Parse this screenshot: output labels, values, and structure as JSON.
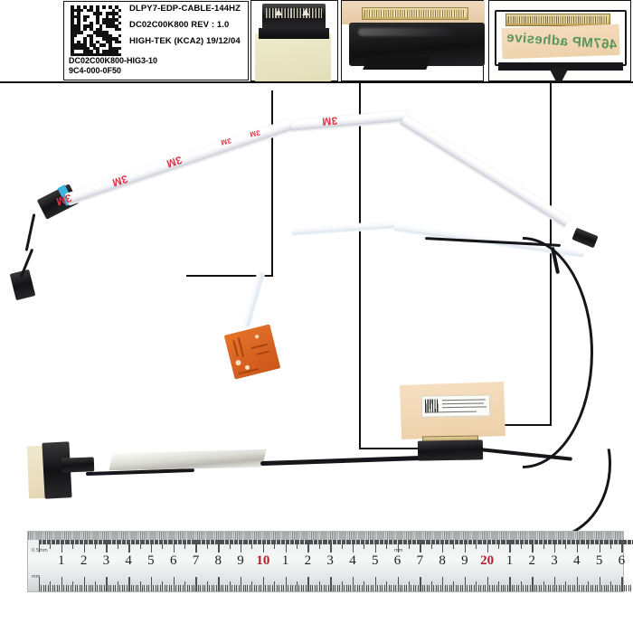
{
  "product": {
    "type": "laptop-lcd-edp-display-cable",
    "background": "#ffffff"
  },
  "label": {
    "barcode_type": "datamatrix",
    "line1": "DLPY7-EDP-CABLE-144HZ",
    "line2": "DC02C00K800   REV : 1.0",
    "line3": "HIGH-TEK (KCA2) 19/12/04",
    "bottom1": "DC02C00K800-HIG3-10",
    "bottom2": "9C4-000-0F50"
  },
  "insets": [
    {
      "id": "inset-a",
      "caption": "black-ribbon-connector-on-cream-tape",
      "description": "black keyed connector with exposed pin row over cream backing tape"
    },
    {
      "id": "inset-b",
      "caption": "gold-contact-connector-dark-body",
      "description": "gold contact strip above glossy black connector body"
    },
    {
      "id": "inset-c",
      "caption": "connector-with-467mp-adhesive-tape",
      "tape_text": "467MP adhesive",
      "description": "fine-pitch connector covered by mirrored green-printed adhesive tape"
    }
  ],
  "cable": {
    "ribbon_brand_mark": "3M",
    "brand_mark_color": "#d8394a",
    "marks_count": 6,
    "pcb_color": "#d8651f",
    "mini_label": "qr-code-serial-sticker",
    "shield_wrap": "silver-foil-shielding",
    "wire_color": "#15151a"
  },
  "ruler": {
    "unit_top": "0.5mm",
    "unit_bottom": "mm",
    "numbers": [
      "1",
      "2",
      "3",
      "4",
      "5",
      "6",
      "7",
      "8",
      "9",
      "10",
      "1",
      "2",
      "3",
      "4",
      "5",
      "6",
      "7",
      "8",
      "9",
      "20",
      "1",
      "2",
      "3",
      "4",
      "5",
      "6"
    ],
    "highlight_numbers": [
      "10",
      "20"
    ],
    "highlight_color": "#a8232c",
    "total_cm": 26
  }
}
